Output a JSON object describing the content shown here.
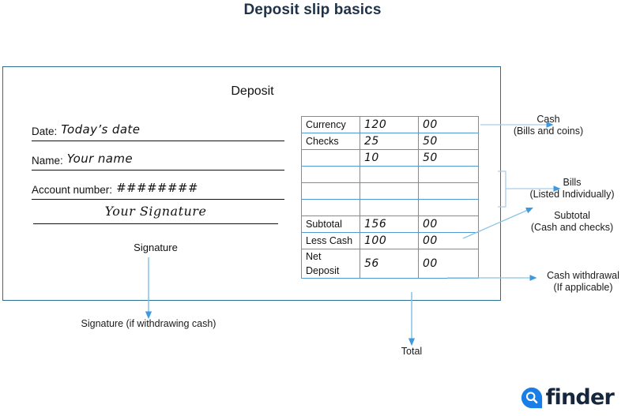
{
  "page": {
    "title": "Deposit slip basics"
  },
  "slip": {
    "heading": "Deposit",
    "fields": [
      {
        "label": "Date:",
        "value": "Today’s date"
      },
      {
        "label": "Name:",
        "value": "Your name"
      },
      {
        "label": "Account number:",
        "value": "########"
      }
    ],
    "signature": {
      "value": "Your Signature",
      "caption": "Signature"
    }
  },
  "table": {
    "rows": [
      {
        "label": "Currency",
        "dollars": "120",
        "cents": "00"
      },
      {
        "label": "Checks",
        "dollars": "25",
        "cents": "50"
      },
      {
        "label": "",
        "dollars": "10",
        "cents": "50"
      },
      {
        "label": "",
        "dollars": "",
        "cents": ""
      },
      {
        "label": "",
        "dollars": "",
        "cents": ""
      },
      {
        "label": "",
        "dollars": "",
        "cents": ""
      },
      {
        "label": "Subtotal",
        "dollars": "156",
        "cents": "00"
      },
      {
        "label": "Less Cash",
        "dollars": "100",
        "cents": "00"
      },
      {
        "label": "Net Deposit",
        "dollars": "56",
        "cents": "00"
      }
    ]
  },
  "callouts": {
    "cash": {
      "line1": "Cash",
      "line2": "(Bills and coins)"
    },
    "bills": {
      "line1": "Bills",
      "line2": "(Listed Individually)"
    },
    "subtotal": {
      "line1": "Subtotal",
      "line2": "(Cash and checks)"
    },
    "withdraw": {
      "line1": "Cash withdrawal",
      "line2": "(If applicable)"
    },
    "signature_top": {
      "line1": "Signature"
    },
    "signature_bottom": {
      "line1": "Signature (if withdrawing cash)"
    },
    "total": {
      "line1": "Total"
    }
  },
  "brand": {
    "name": "finder",
    "icon": "magnifier-droplet-icon"
  },
  "colors": {
    "title": "#1f3247",
    "slip_border": "#2b6f92",
    "table_border": "#4f9ad4",
    "arrow": "#3d9ae0",
    "leader_line": "#a8cfe8",
    "brand_dark": "#16273d",
    "brand_blue": "#1a7ee6"
  }
}
